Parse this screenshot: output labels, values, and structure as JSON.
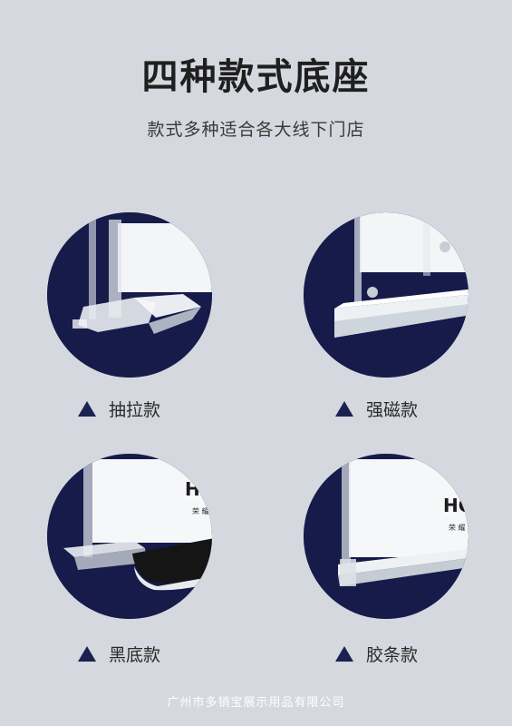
{
  "header": {
    "title": "四种款式底座",
    "subtitle": "款式多种适合各大线下门店"
  },
  "styles": [
    {
      "label": "抽拉款"
    },
    {
      "label": "强磁款"
    },
    {
      "label": "黑底款",
      "sign_text": "HC",
      "sign_subtext": "荣 耀"
    },
    {
      "label": "胶条款",
      "sign_text": "HC",
      "sign_subtext": "荣 耀"
    }
  ],
  "footer": {
    "company": "广州市多销宝展示用品有限公司"
  },
  "colors": {
    "background": "#d5d8de",
    "navy": "#161b4a",
    "accent_triangle": "#1b2251"
  }
}
